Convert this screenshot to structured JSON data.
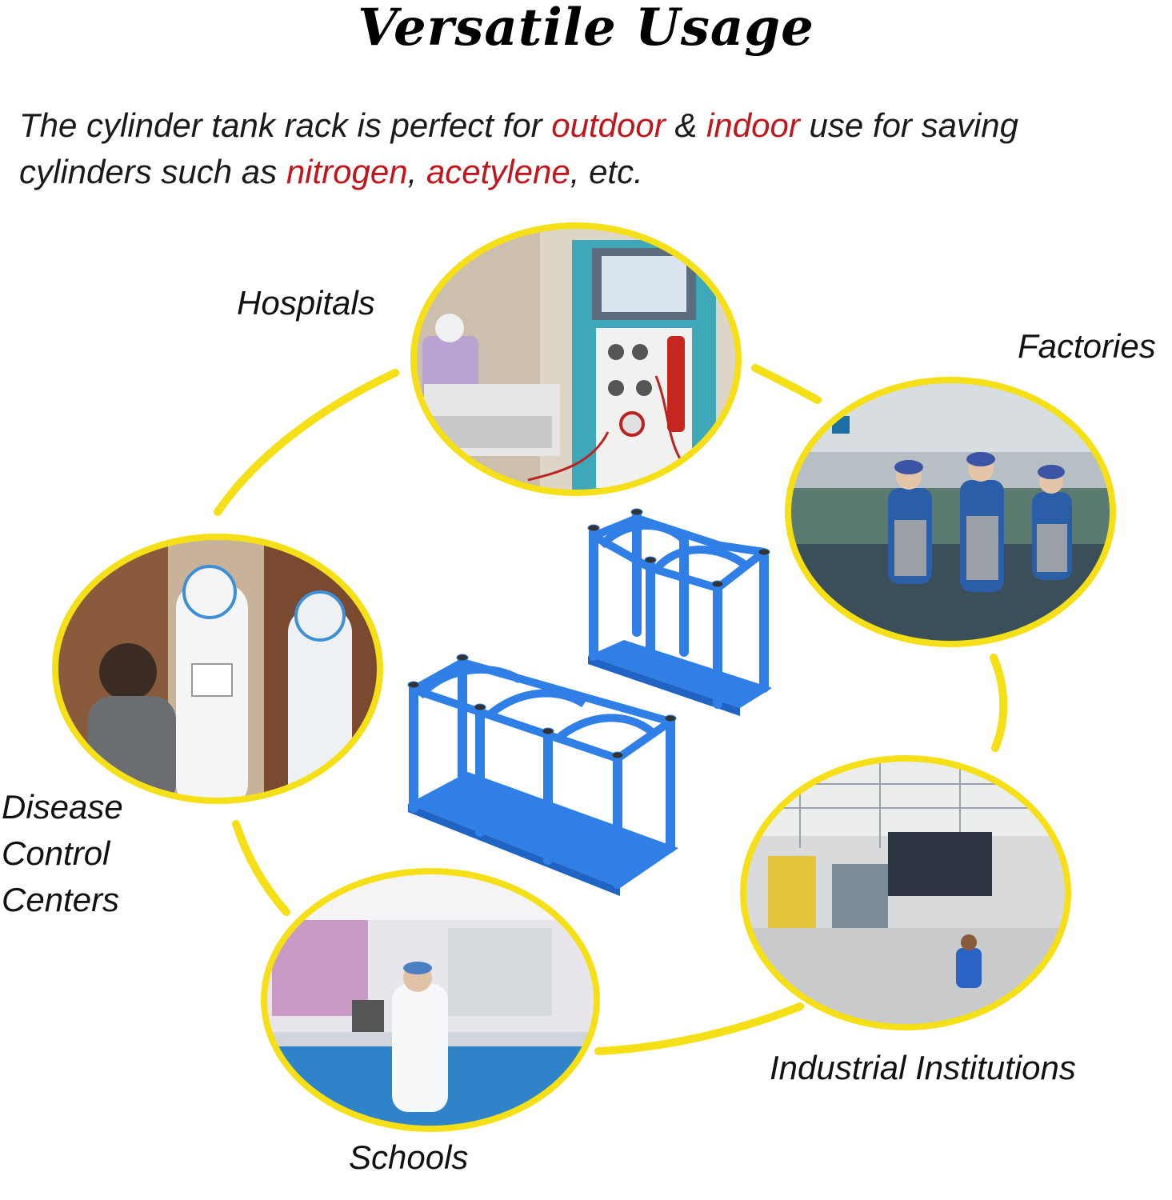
{
  "title": "Versatile Usage",
  "intro": {
    "p1": "The cylinder tank rack is perfect for ",
    "outdoor": "outdoor",
    "p2": " & ",
    "indoor": "indoor",
    "p3": " use for saving cylinders such as ",
    "nitrogen": "nitrogen",
    "p4": ", ",
    "acetylene": "acetylene",
    "p5": ", etc."
  },
  "labels": {
    "hospitals": "Hospitals",
    "factories": "Factories",
    "disease_line1": "Disease",
    "disease_line2": "Control",
    "disease_line3": "Centers",
    "industrial": "Industrial Institutions",
    "schools": "Schools"
  },
  "colors": {
    "accent_yellow": "#f5df16",
    "emphasis_red": "#c0161c",
    "rack_blue": "#2f7fe6"
  }
}
